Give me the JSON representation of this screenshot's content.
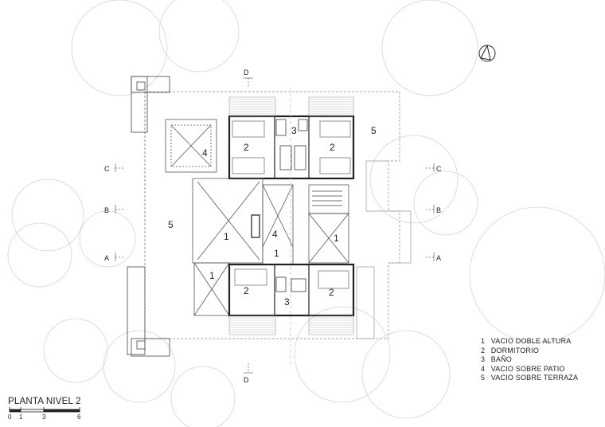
{
  "title": "PLANTA NIVEL 2",
  "scale": {
    "ticks": [
      "0",
      "1",
      "3",
      "6"
    ]
  },
  "axes": {
    "A": "A",
    "B": "B",
    "C": "C",
    "D": "D"
  },
  "rooms": {
    "r1": "1",
    "r2": "2",
    "r3": "3",
    "r4": "4",
    "r5": "5"
  },
  "legend": [
    {
      "num": "1",
      "text": "VACIO DOBLE ALTURA"
    },
    {
      "num": "2",
      "text": "DORMITORIO"
    },
    {
      "num": "3",
      "text": "BAÑO"
    },
    {
      "num": "4",
      "text": "VACIO SOBRE PATIO"
    },
    {
      "num": "5",
      "text": "VACIO SOBRE TERRAZA"
    }
  ],
  "icons": {
    "north": "north-arrow-icon"
  }
}
